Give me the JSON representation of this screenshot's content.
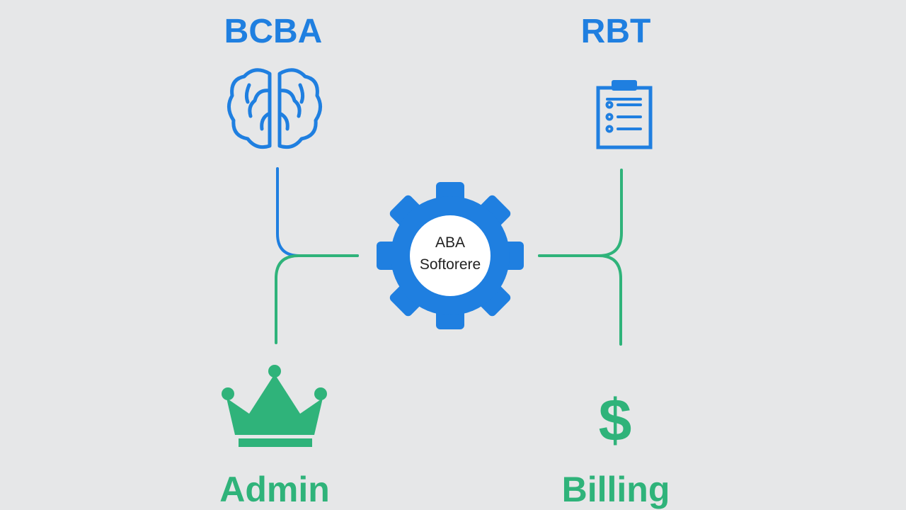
{
  "colors": {
    "background": "#e6e7e8",
    "blue": "#1f7fe0",
    "green": "#2fb37a",
    "hub_inner": "#ffffff",
    "hub_text": "#222222"
  },
  "hub": {
    "line1": "ABA",
    "line2": "Softorere",
    "icon": "gear-icon"
  },
  "roles": {
    "top_left": {
      "label": "BCBA",
      "icon": "brain-icon",
      "color": "blue"
    },
    "top_right": {
      "label": "RBT",
      "icon": "clipboard-icon",
      "color": "blue"
    },
    "bottom_left": {
      "label": "Admin",
      "icon": "crown-icon",
      "color": "green"
    },
    "bottom_right": {
      "label": "Billing",
      "icon": "dollar-icon",
      "icon_glyph": "$",
      "color": "green"
    }
  }
}
